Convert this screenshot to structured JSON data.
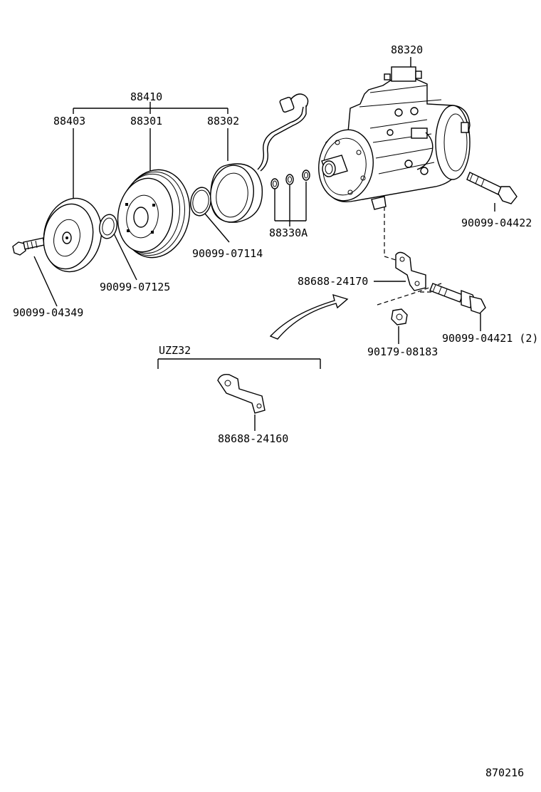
{
  "parts": {
    "compressor": "88320",
    "clutch_assy": "88410",
    "pressure_plate": "88403",
    "pulley": "88301",
    "stator": "88302",
    "shim_set": "88330A",
    "snap_ring_pulley": "90099-07114",
    "snap_ring_plate": "90099-07125",
    "bolt_plate": "90099-04349",
    "bolt_upper": "90099-04422",
    "bracket_main": "88688-24170",
    "bolt_lower": "90099-04421 (2)",
    "nut": "90179-08183",
    "bracket_variant": "88688-24160"
  },
  "variant": {
    "model_code": "UZZ32"
  },
  "footer": {
    "diagram_code": "870216"
  }
}
